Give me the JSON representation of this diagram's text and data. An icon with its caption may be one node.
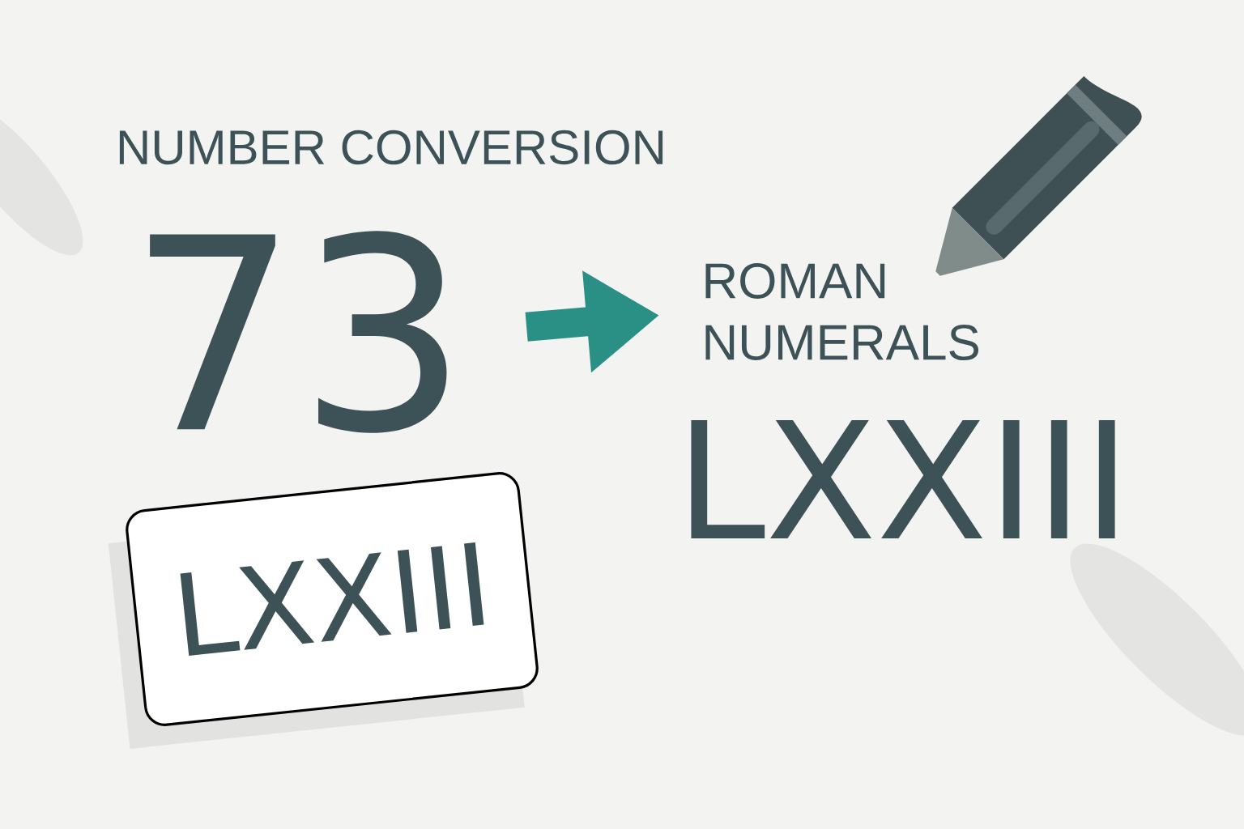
{
  "diagram": {
    "title": "NUMBER CONVERSION",
    "nodes": [
      {
        "text": [
          "73"
        ]
      },
      {
        "text": [
          "ROMAN NUMERALS"
        ]
      },
      {
        "text": [
          "LXXIII"
        ]
      },
      {
        "text": [
          "LXXIII"
        ]
      }
    ],
    "edges": [
      {
        "from": 0,
        "to": 1,
        "arrow": "to",
        "color": "#2a9085"
      }
    ]
  }
}
